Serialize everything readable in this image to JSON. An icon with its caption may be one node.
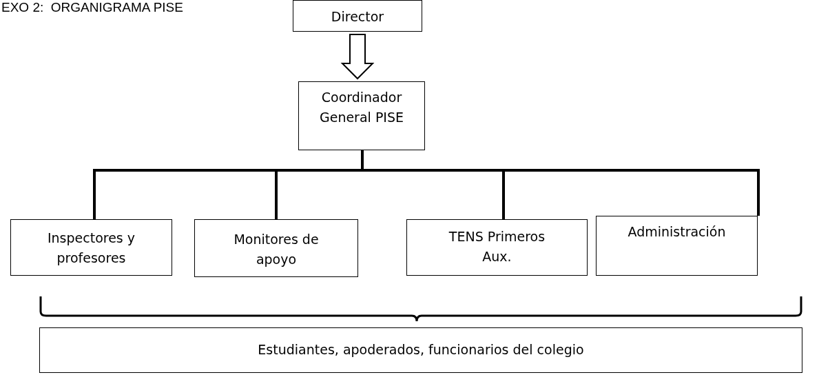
{
  "diagram": {
    "title": "EXO 2:  ORGANIGRAMA PISE",
    "nodes": [
      {
        "text": [
          "Director"
        ]
      },
      {
        "text": [
          "Coordinador General PISE"
        ]
      },
      {
        "text": [
          "Inspectores y profesores"
        ]
      },
      {
        "text": [
          "Monitores de apoyo"
        ]
      },
      {
        "text": [
          "TENS Primeros Aux."
        ]
      },
      {
        "text": [
          "Administración"
        ]
      },
      {
        "text": [
          "Estudiantes, apoderados, funcionarios del colegio"
        ]
      }
    ],
    "edges": [
      {
        "from": 0,
        "to": 1,
        "arrow": "to",
        "style": "thick"
      },
      {
        "from": 1,
        "to": 2,
        "arrow": "none"
      },
      {
        "from": 1,
        "to": 3,
        "arrow": "none"
      },
      {
        "from": 1,
        "to": 4,
        "arrow": "none"
      },
      {
        "from": 1,
        "to": 5,
        "arrow": "none"
      }
    ]
  }
}
